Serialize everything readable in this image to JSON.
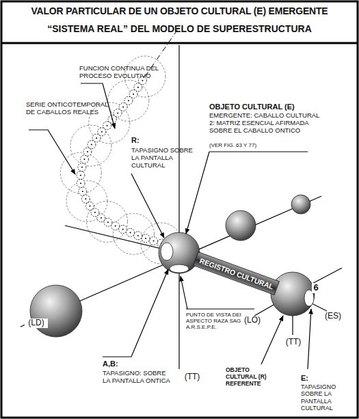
{
  "diagram": {
    "title": "VALOR PARTICULAR DE UN OBJETO CULTURAL (E) EMERGENTE",
    "nodes": [
      {
        "text": [
          "REGISTRO CULTURAL"
        ]
      }
    ],
    "labels": [
      "“SISTEMA REAL” DEL MODELO DE SUPERESTRUCTURA",
      "FUNCION CONTINUA DEL PROCESO EVOLUTIVO",
      "SERIE ONTICOTEMPORAL DE CABALLOS REALES",
      "R:",
      "TAPASIGNO SOBRE LA PANTALLA CULTURAL",
      "OBJETO CULTURAL (E)",
      "EMERGENTE: CABALLO CULTURAL 2: MATRIZ ESENCIAL AFIRMADA SOBRE EL CABALLO ONTICO",
      "(VER FIG. 63 Y 77)",
      "2",
      "6",
      "PUNTO DE VISTA DEL ASPECTO RAZA SAGRADA A.R.S.E.P.E.",
      "A,B:",
      "TAPASIGNO: SOBRE LA PANTALLA ONTICA",
      "(LD)",
      "(TT)",
      "OBJETO CULTURAL (R) REFERENTE",
      "(LO)",
      "(TT)",
      "(ES)",
      "E:",
      "TAPASIGNO SOBRE LA PANTALLA CULTURAL"
    ]
  }
}
